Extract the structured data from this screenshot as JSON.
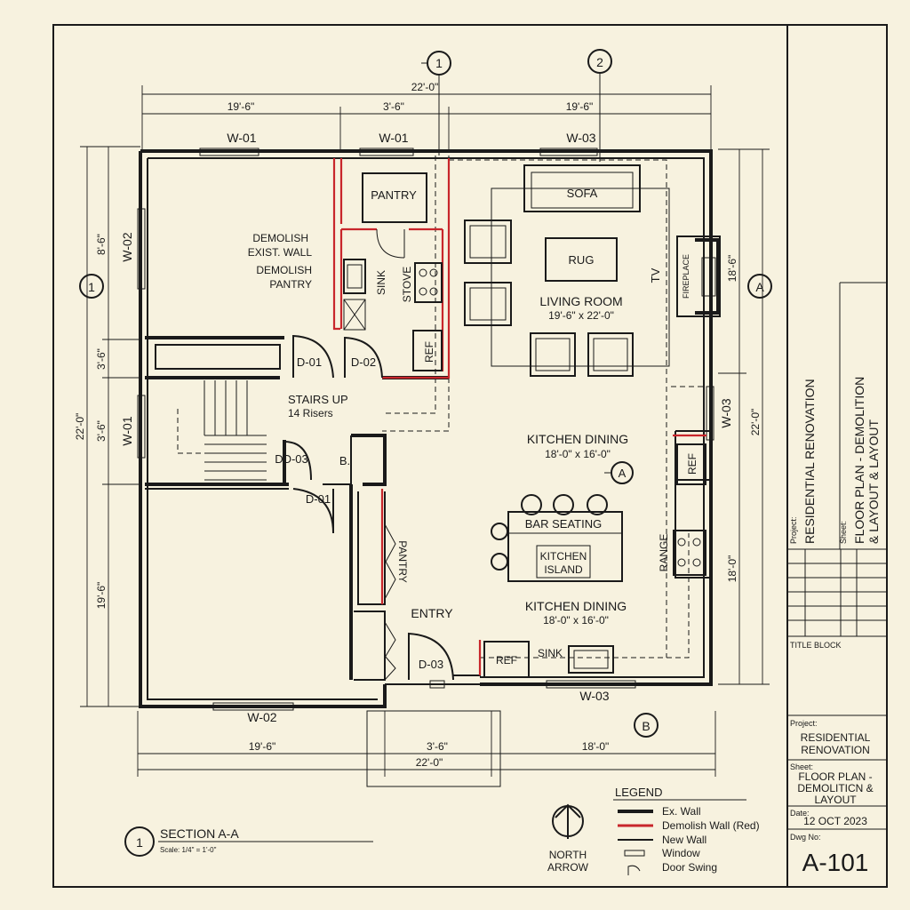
{
  "grid": {
    "g1": "1",
    "g2": "2",
    "gA": "A",
    "gB": "B"
  },
  "dims": {
    "top_total": "22'-0\"",
    "top_a": "19'-6\"",
    "top_b": "3'-6\"",
    "top_c": "19'-6\"",
    "left_a": "8'-6\"",
    "left_b": "3'-6\"",
    "left_c": "3'-6\"",
    "left_d": "19'-6\"",
    "left_total": "22'-0\"",
    "right_a": "18'-6\"",
    "right_total": "22'-0\"",
    "right_b": "18'-0\"",
    "bot_a": "19'-6\"",
    "bot_b": "3'-6\"",
    "bot_c": "18'-0\"",
    "bot_total": "22'-0\""
  },
  "windows": {
    "w01a": "W-01",
    "w01b": "W-01",
    "w03a": "W-03",
    "w02a": "W-02",
    "w01c": "W-01",
    "w03b": "W-03",
    "w02b": "W-02",
    "w03c": "W-03"
  },
  "doors": {
    "d01a": "D-01",
    "d02": "D-02",
    "dd03": "DD-03",
    "d01b": "D-01",
    "d03": "D-03",
    "b": "B."
  },
  "rooms": {
    "pantry": "PANTRY",
    "demolish_wall_1": "DEMOLISH",
    "demolish_wall_2": "EXIST. WALL",
    "demolish_pantry_1": "DEMOLISH",
    "demolish_pantry_2": "PANTRY",
    "sink": "SINK",
    "stove": "STOVE",
    "ref": "REF",
    "sofa": "SOFA",
    "rug": "RUG",
    "tv": "TV",
    "fireplace": "FIREPLACE",
    "living": "LIVING ROOM",
    "living_size": "19'-6\" x 22'-0\"",
    "stairs": "STAIRS UP",
    "risers": "14 Risers",
    "kd1": "KITCHEN DINING",
    "kd1_size": "18'-0\" x 16'-0\"",
    "ref2": "REF",
    "bar": "BAR SEATING",
    "island_1": "KITCHEN",
    "island_2": "ISLAND",
    "range": "RANGE",
    "kd2": "KITCHEN DINING",
    "kd2_size": "18'-0\" x 16'-0\"",
    "entry": "ENTRY",
    "pantry2": "PANTRY",
    "ref3": "REF",
    "sink2": "SINK"
  },
  "section": {
    "num": "1",
    "title": "SECTION A-A",
    "scale": "Scale: 1/4\" = 1'-0\""
  },
  "north": {
    "l1": "NORTH",
    "l2": "ARROW"
  },
  "legend": {
    "title": "LEGEND",
    "items": [
      "Ex. Wall",
      "Demolish Wall (Red)",
      "New Wall",
      "Window",
      "Door Swing"
    ]
  },
  "title_block": {
    "v_project_label": "Project:",
    "v_project": "RESIDENTIAL RENOVATION",
    "v_sheet_label": "Sheet:",
    "v_sheet_1": "FLOOR PLAN - DEMOLITION",
    "v_sheet_2": "& LAYOUT & LAYOUT",
    "heading": "TITLE BLOCK",
    "project_label": "Project:",
    "project_1": "RESIDENTIAL",
    "project_2": "RENOVATION",
    "sheet_label": "Sheet:",
    "sheet_1": "FLOOR PLAN -",
    "sheet_2": "DEMOLITICN &",
    "sheet_3": "LAYOUT",
    "date_label": "Date:",
    "date": "12 OCT 2023",
    "dwg_label": "Dwg No:",
    "dwg": "A-101"
  },
  "colors": {
    "paper": "#f7f2df",
    "ink": "#1a1a1a",
    "demolish": "#c8262b"
  }
}
